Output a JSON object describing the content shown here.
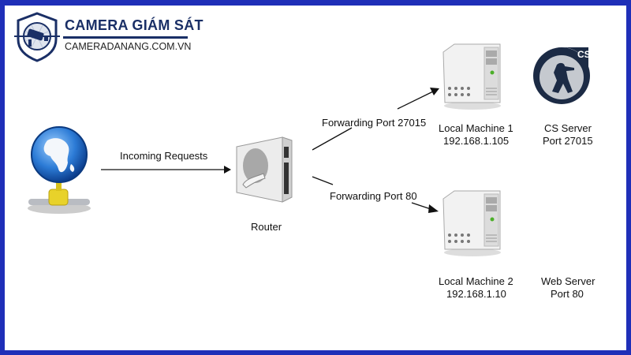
{
  "brand": {
    "title": "CAMERA GIÁM SÁT",
    "subtitle": "CAMERADANANG.COM.VN",
    "frame_color": "#1f2fb8",
    "brand_color": "#1a2f66"
  },
  "diagram": {
    "nodes": {
      "internet": {
        "icon": "globe-network-icon"
      },
      "router": {
        "icon": "router-icon",
        "label": "Router"
      },
      "machine1": {
        "icon": "server-icon",
        "name": "Local Machine 1",
        "ip": "192.168.1.105"
      },
      "cs_server": {
        "icon": "counter-strike-icon",
        "name": "CS Server",
        "port": "Port 27015"
      },
      "machine2": {
        "icon": "server-icon",
        "name": "Local Machine 2",
        "ip": "192.168.1.10"
      },
      "web_server": {
        "name": "Web Server",
        "port": "Port 80"
      }
    },
    "edges": {
      "incoming": "Incoming Requests",
      "fwd1": "Forwarding Port 27015",
      "fwd2": "Forwarding Port 80"
    }
  }
}
